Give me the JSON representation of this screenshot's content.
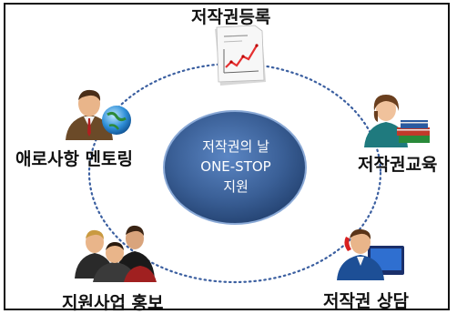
{
  "center": {
    "line1": "저작권의 날",
    "line2": "ONE-STOP",
    "line3": "지원",
    "fill_color": "#3a5f96"
  },
  "nodes": {
    "registration": {
      "label": "저작권등록",
      "icon": "report-chart-icon"
    },
    "education": {
      "label": "저작권교육",
      "icon": "woman-with-books-icon"
    },
    "consultation": {
      "label": "저작권 상담",
      "icon": "man-on-phone-icon"
    },
    "promotion": {
      "label": "지원사업 홍보",
      "icon": "group-of-people-icon"
    },
    "mentoring": {
      "label": "애로사항 멘토링",
      "icon": "businessman-with-globe-icon"
    }
  },
  "colors": {
    "ring_dots": "#3b5fa0",
    "frame": "#111111"
  }
}
